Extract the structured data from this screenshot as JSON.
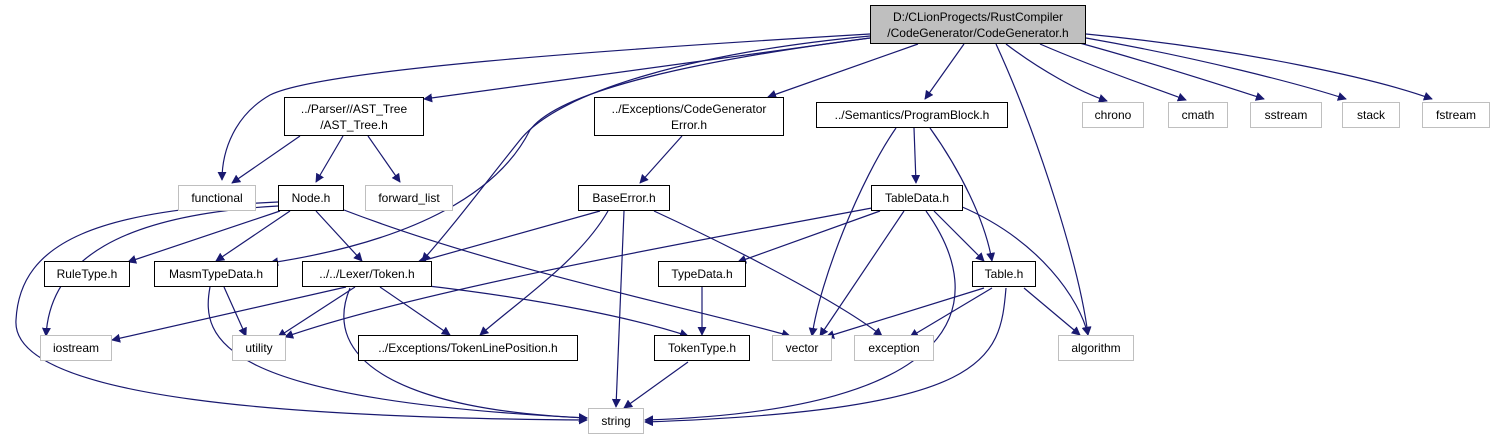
{
  "colors": {
    "edge": "#191970",
    "external_border": "#bfbfbf",
    "root_fill": "#bfbfbf",
    "node_border": "#000000"
  },
  "nodes": {
    "root": {
      "line1": "D:/CLionProgects/RustCompiler",
      "line2": "/CodeGenerator/CodeGenerator.h"
    },
    "ast_tree": {
      "line1": "../Parser//AST_Tree",
      "line2": "/AST_Tree.h"
    },
    "codegen_error": {
      "line1": "../Exceptions/CodeGenerator",
      "line2": "Error.h"
    },
    "program_block": {
      "line1": "../Semantics/ProgramBlock.h"
    },
    "chrono": {
      "line1": "chrono"
    },
    "cmath": {
      "line1": "cmath"
    },
    "sstream": {
      "line1": "sstream"
    },
    "stack": {
      "line1": "stack"
    },
    "fstream": {
      "line1": "fstream"
    },
    "functional": {
      "line1": "functional"
    },
    "node_h": {
      "line1": "Node.h"
    },
    "forward_list": {
      "line1": "forward_list"
    },
    "base_error": {
      "line1": "BaseError.h"
    },
    "table_data": {
      "line1": "TableData.h"
    },
    "rule_type": {
      "line1": "RuleType.h"
    },
    "masm_type_data": {
      "line1": "MasmTypeData.h"
    },
    "token_h": {
      "line1": "../../Lexer/Token.h"
    },
    "type_data": {
      "line1": "TypeData.h"
    },
    "table_h": {
      "line1": "Table.h"
    },
    "iostream": {
      "line1": "iostream"
    },
    "utility": {
      "line1": "utility"
    },
    "token_line_position": {
      "line1": "../Exceptions/TokenLinePosition.h"
    },
    "token_type": {
      "line1": "TokenType.h"
    },
    "vector": {
      "line1": "vector"
    },
    "exception": {
      "line1": "exception"
    },
    "algorithm": {
      "line1": "algorithm"
    },
    "string": {
      "line1": "string"
    }
  }
}
